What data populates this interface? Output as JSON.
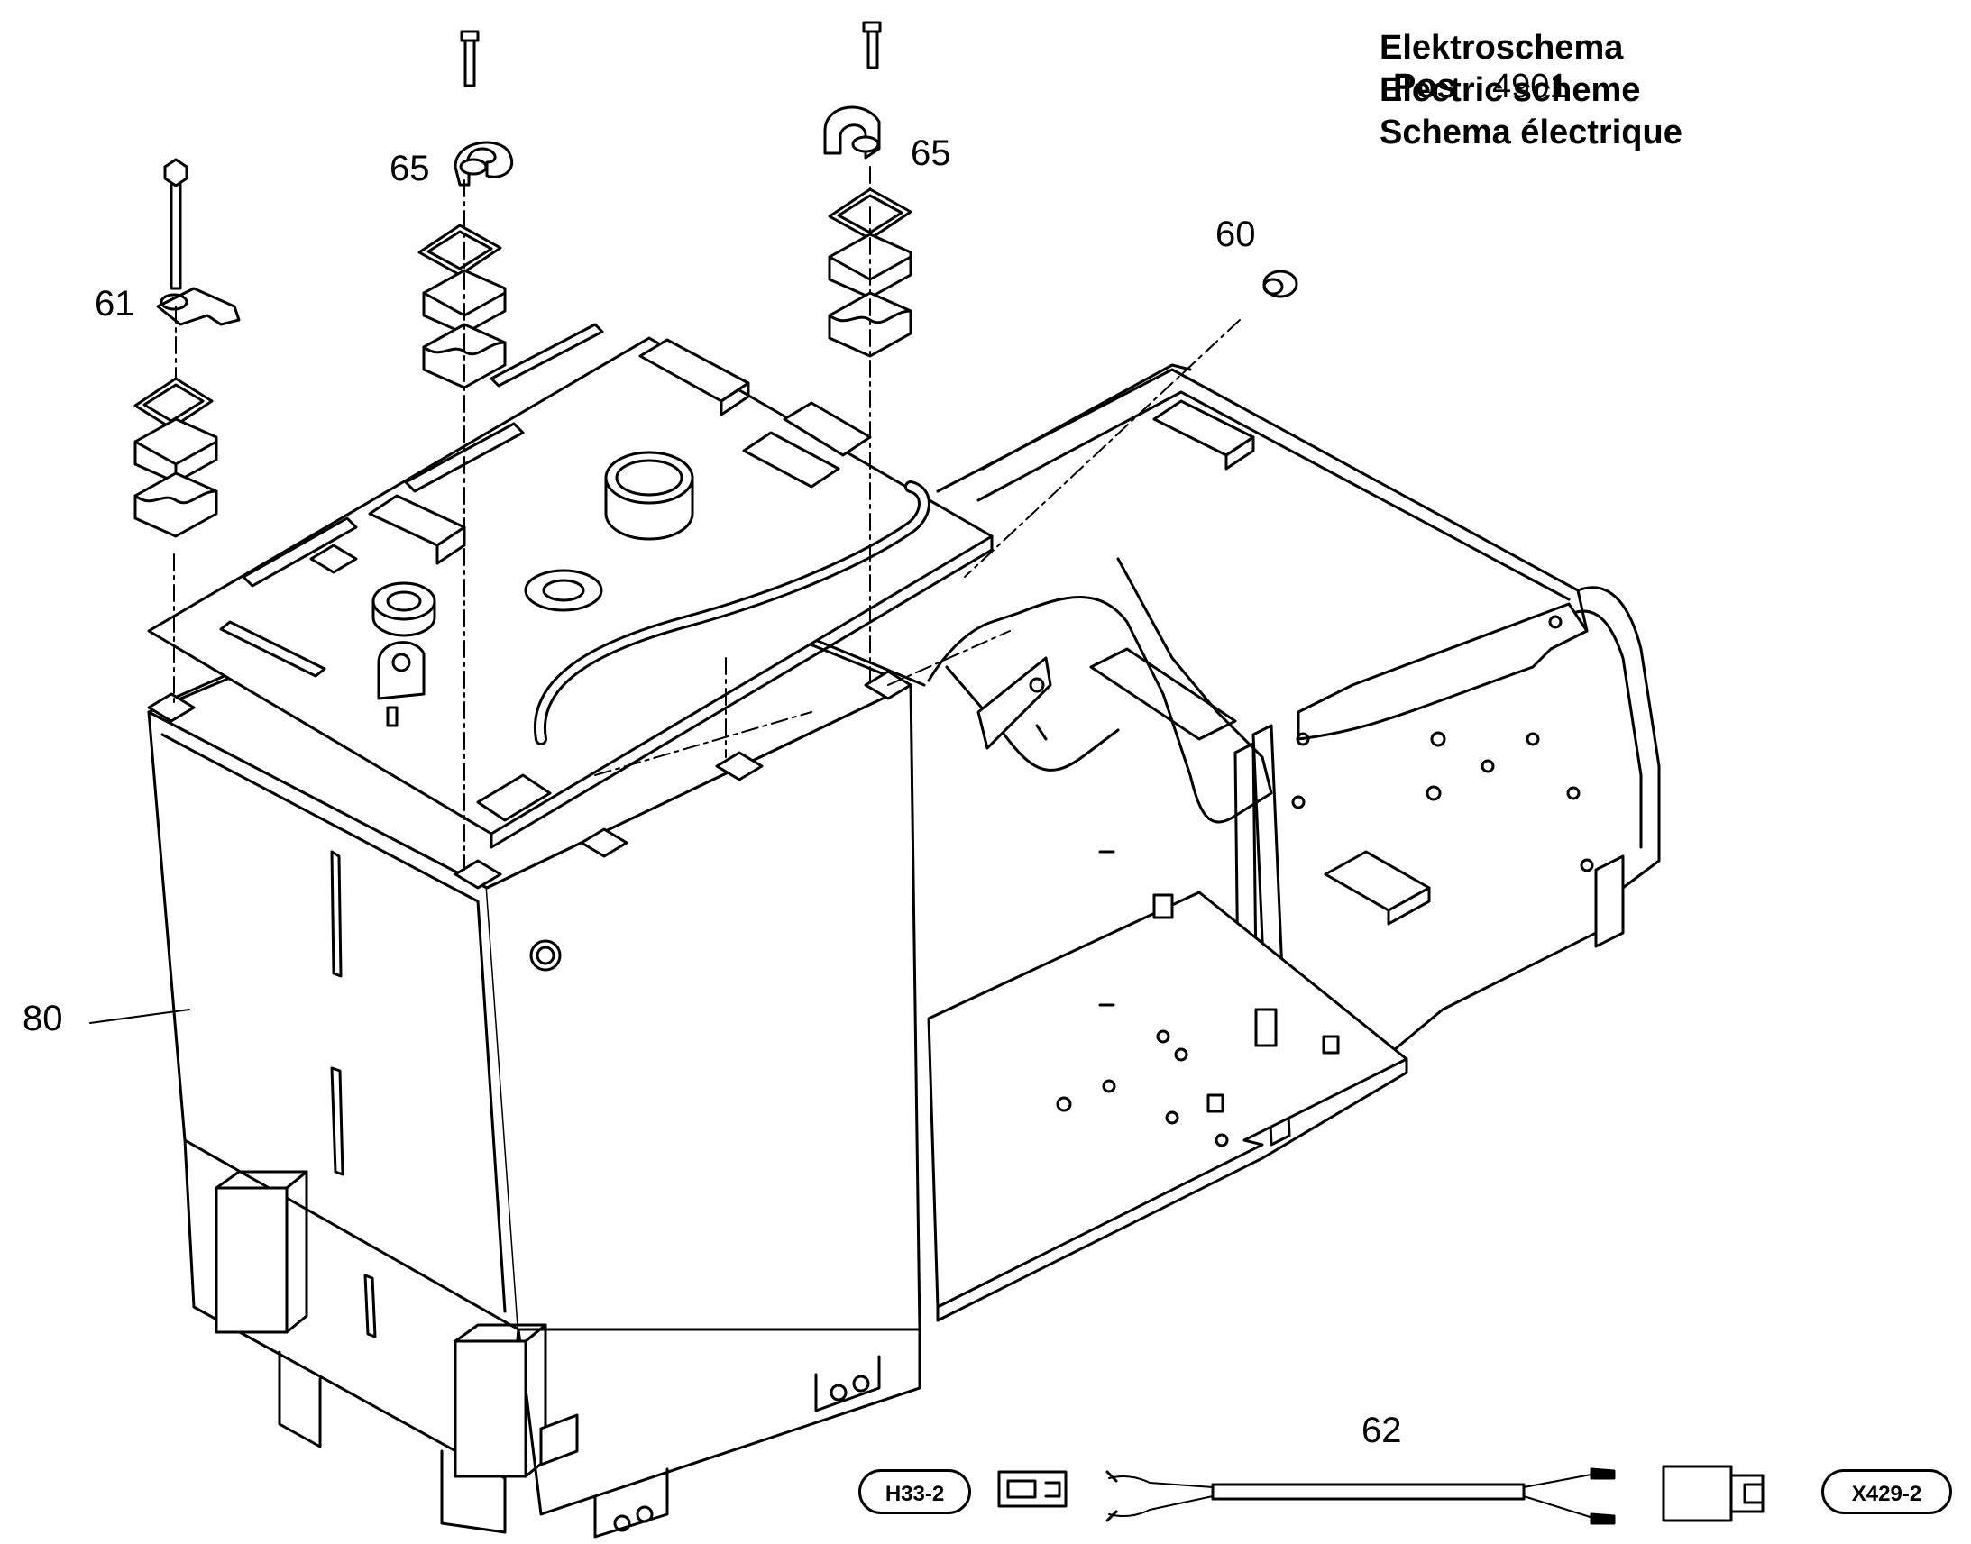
{
  "title": {
    "lines": [
      "Elektroschema",
      "Electric scheme",
      "Schema électrique"
    ],
    "pos_label": "Pos",
    "pos_number": "4901"
  },
  "callouts": {
    "c60": "60",
    "c61": "61",
    "c62": "62",
    "c65_left": "65",
    "c65_right": "65",
    "c80": "80"
  },
  "connectors": {
    "left": "H33-2",
    "right": "X429-2"
  }
}
